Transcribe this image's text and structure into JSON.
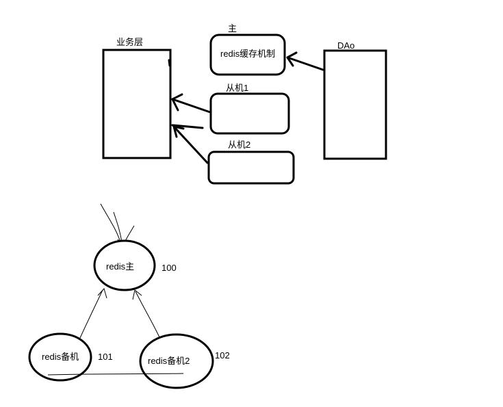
{
  "top": {
    "business_layer_label": "业务层",
    "master_label": "主",
    "cache_box_text": "redis缓存机制",
    "slave1_label": "从机1",
    "slave2_label": "从机2",
    "dao_label": "DAo"
  },
  "bottom": {
    "master_node_text": "redis主",
    "master_id": "100",
    "backup1_text": "redis备机",
    "backup1_id": "101",
    "backup2_text": "redis备机2",
    "backup2_id": "102"
  }
}
